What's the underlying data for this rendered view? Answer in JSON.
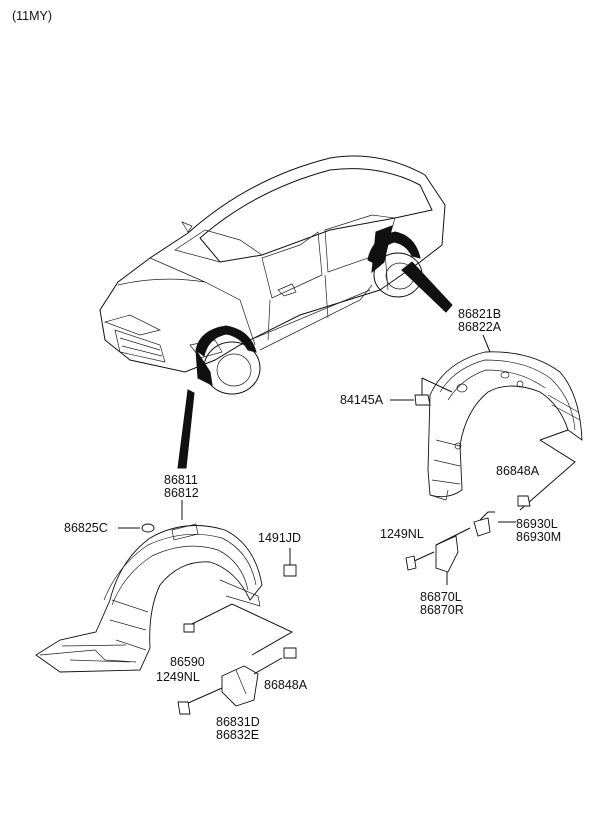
{
  "model_year": "(11MY)",
  "labels": {
    "rear_liner_a": "86821B",
    "rear_liner_b": "86822A",
    "clip_rear": "84145A",
    "nut_rear": "86848A",
    "screw_rear": "1249NL",
    "bracket_small_a": "86930L",
    "bracket_small_b": "86930M",
    "bracket_rear_a": "86870L",
    "bracket_rear_b": "86870R",
    "front_liner_a": "86811",
    "front_liner_b": "86812",
    "clip_front": "86825C",
    "bolt_front": "1491JD",
    "clip_bottom": "86590",
    "screw_front": "1249NL",
    "nut_front": "86848A",
    "bracket_front_a": "86831D",
    "bracket_front_b": "86832E"
  }
}
